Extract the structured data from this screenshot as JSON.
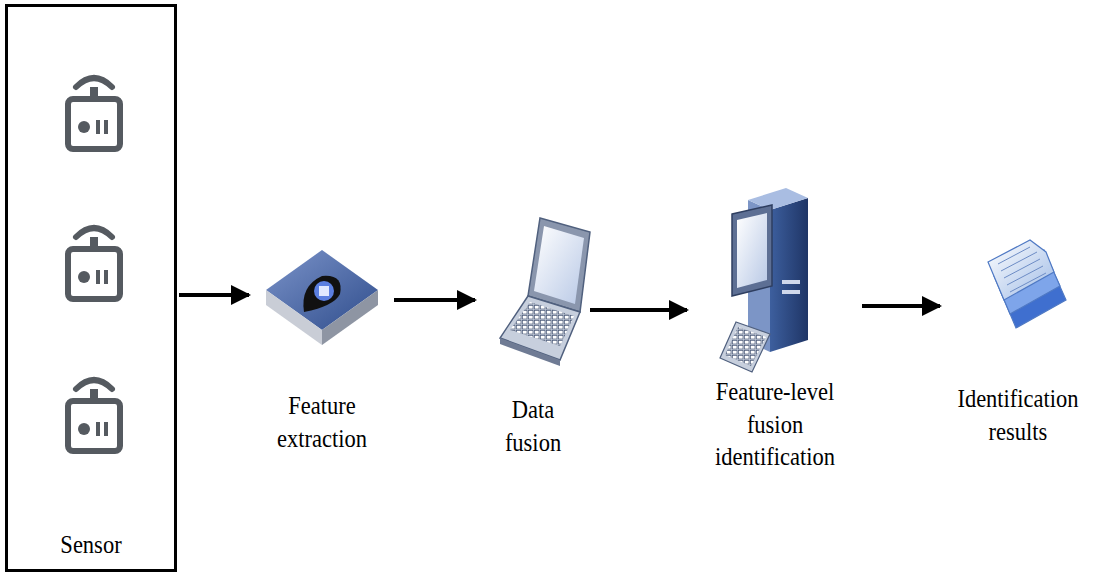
{
  "diagram": {
    "nodes": [
      {
        "text": [
          "Sensor"
        ]
      },
      {
        "text": [
          "Feature extraction"
        ]
      },
      {
        "text": [
          "Data fusion"
        ]
      },
      {
        "text": [
          "Feature-level fusion identification"
        ]
      },
      {
        "text": [
          "Identification results"
        ]
      }
    ],
    "edges": [
      {
        "from": 0,
        "to": 1,
        "arrow": "to"
      },
      {
        "from": 1,
        "to": 2,
        "arrow": "to"
      },
      {
        "from": 2,
        "to": 3,
        "arrow": "to"
      },
      {
        "from": 3,
        "to": 4,
        "arrow": "to"
      }
    ]
  }
}
